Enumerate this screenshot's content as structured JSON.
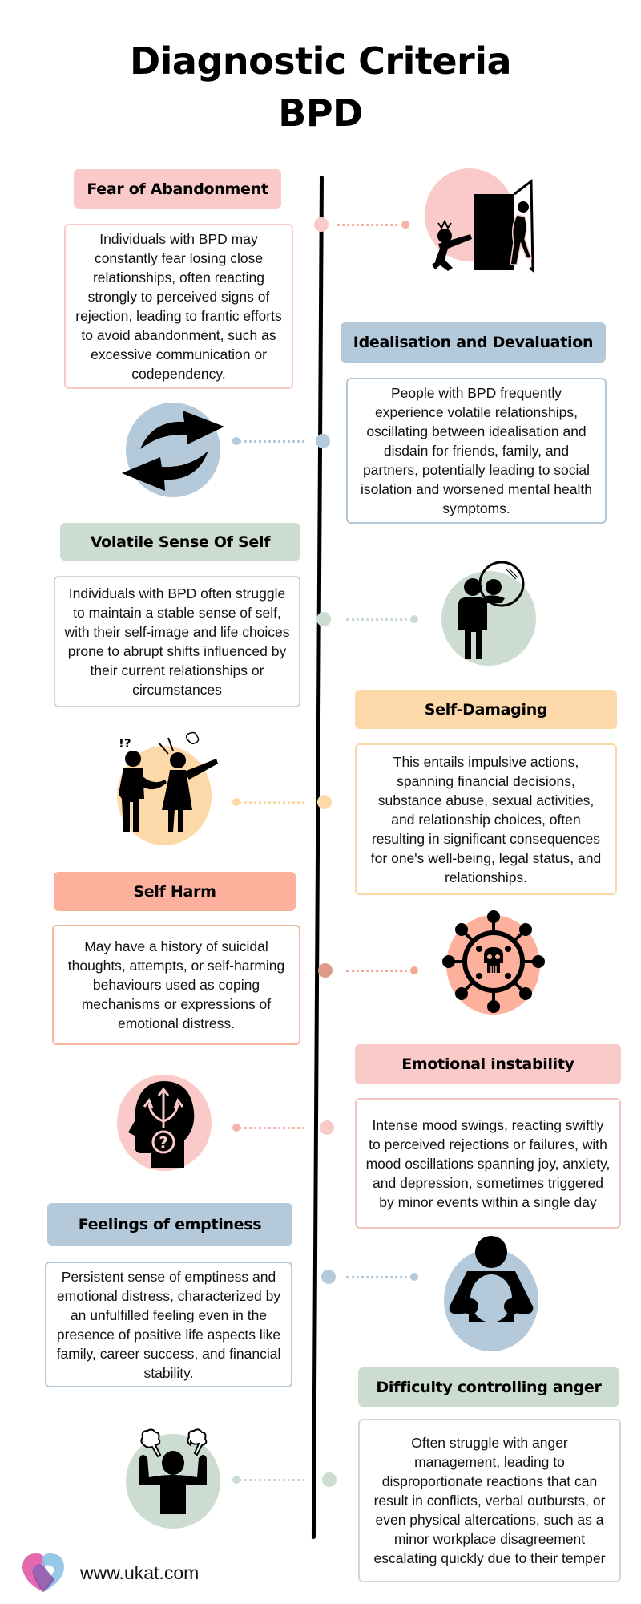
{
  "header": {
    "title_line1": "Diagnostic Criteria",
    "title_line2": "BPD"
  },
  "colors": {
    "pink": "#f9cac8",
    "pink_border": "#f6c2bf",
    "blue": "#b4cadb",
    "blue_border": "#b4cadb",
    "green": "#ccdcd1",
    "green_border": "#ccdcd1",
    "peach": "#fdd8a8",
    "peach_border": "#fbd7a5",
    "salmon": "#fdb09b",
    "salmon_border": "#f8b5a2",
    "salmon_node": "#e09a88",
    "timeline": "#000000"
  },
  "criteria": [
    {
      "title": "Fear of Abandonment",
      "description": "Individuals with BPD may constantly fear losing close relationships, often reacting strongly to perceived signs of rejection, leading to frantic efforts to avoid abandonment, such as excessive communication or codependency.",
      "icon": "person-reaching-for-leaving-person-icon",
      "side": "left",
      "color": "pink"
    },
    {
      "title": "Idealisation and Devaluation",
      "description": "People with BPD frequently experience volatile relationships, oscillating between idealisation and disdain for friends, family, and partners, potentially leading to social isolation and worsened mental health symptoms.",
      "icon": "swap-arrows-icon",
      "side": "right",
      "color": "blue"
    },
    {
      "title": "Volatile Sense Of Self",
      "description": "Individuals with BPD often struggle to maintain a stable sense of self, with their self-image and life choices prone to abrupt shifts influenced by their current relationships or circumstances",
      "icon": "person-mirror-icon",
      "side": "left",
      "color": "green"
    },
    {
      "title": "Self-Damaging",
      "description": "This entails impulsive actions, spanning financial decisions, substance abuse, sexual activities, and relationship choices, often resulting in significant consequences for one's well-being, legal status, and relationships.",
      "icon": "arguing-couple-icon",
      "side": "right",
      "color": "peach"
    },
    {
      "title": "Self Harm",
      "description": "May have a history of suicidal thoughts, attempts, or self-harming behaviours used as coping mechanisms or expressions of emotional distress.",
      "icon": "skull-virus-icon",
      "side": "left",
      "color": "salmon"
    },
    {
      "title": "Emotional instability",
      "description": "Intense mood swings, reacting swiftly to perceived rejections or failures, with mood oscillations spanning joy, anxiety, and depression, sometimes triggered by minor events within a single day",
      "icon": "head-question-arrows-icon",
      "side": "right",
      "color": "pink"
    },
    {
      "title": "Feelings of emptiness",
      "description": "Persistent sense of emptiness and emotional distress, characterized by an unfulfilled feeling even in the presence of positive life aspects like family, career success, and financial stability.",
      "icon": "person-empty-chest-icon",
      "side": "left",
      "color": "blue"
    },
    {
      "title": "Difficulty controlling anger",
      "description": "Often struggle with anger management, leading to disproportionate reactions that can result in conflicts, verbal outbursts, or even physical altercations, such as a minor workplace disagreement escalating quickly due to their temper",
      "icon": "angry-person-steam-icon",
      "side": "right",
      "color": "green"
    }
  ],
  "footer": {
    "url": "www.ukat.com",
    "logo": "ukat-heart-hands-logo"
  }
}
